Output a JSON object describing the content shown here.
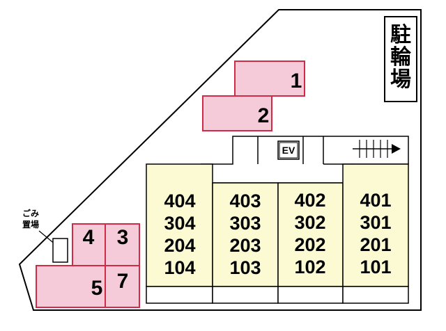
{
  "bike_parking": {
    "label_chars": [
      "駐",
      "輪",
      "場"
    ]
  },
  "garbage": {
    "label_lines": [
      "ごみ",
      "置場"
    ]
  },
  "elevator": {
    "label": "EV"
  },
  "parking_slots": [
    {
      "number": "1"
    },
    {
      "number": "2"
    },
    {
      "number": "3"
    },
    {
      "number": "4"
    },
    {
      "number": "5"
    },
    {
      "number": "7"
    }
  ],
  "units": [
    {
      "floors": [
        "404",
        "304",
        "204",
        "104"
      ]
    },
    {
      "floors": [
        "403",
        "303",
        "203",
        "103"
      ]
    },
    {
      "floors": [
        "402",
        "302",
        "202",
        "102"
      ]
    },
    {
      "floors": [
        "401",
        "301",
        "201",
        "101"
      ]
    }
  ],
  "colors": {
    "building_fill": "#fbfad3",
    "parking_fill": "#f6cbd9",
    "parking_stroke": "#cf2b47",
    "outline": "#000000"
  }
}
